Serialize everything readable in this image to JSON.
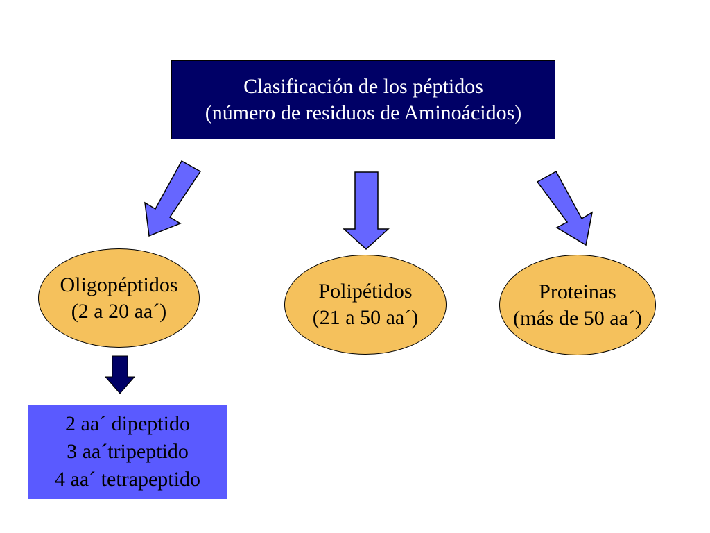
{
  "title": {
    "line1": "Clasificación de los péptidos",
    "line2": "(número de residuos de Aminoácidos)"
  },
  "categories": [
    {
      "name": "Oligopéptidos",
      "range": "(2 a 20 aa´)"
    },
    {
      "name": "Polipétidos",
      "range": "(21 a 50 aa´)"
    },
    {
      "name": "Proteinas",
      "range": "(más de 50 aa´)"
    }
  ],
  "subtypes": [
    "2 aa´ dipeptido",
    "3 aa´tripeptido",
    "4 aa´ tetrapeptido"
  ],
  "colors": {
    "title_bg": "#000066",
    "oval_fill": "#f5c15c",
    "arrow_fill": "#6666ff",
    "dark_arrow_fill": "#000066",
    "subtypes_bg": "#5a5aff"
  }
}
